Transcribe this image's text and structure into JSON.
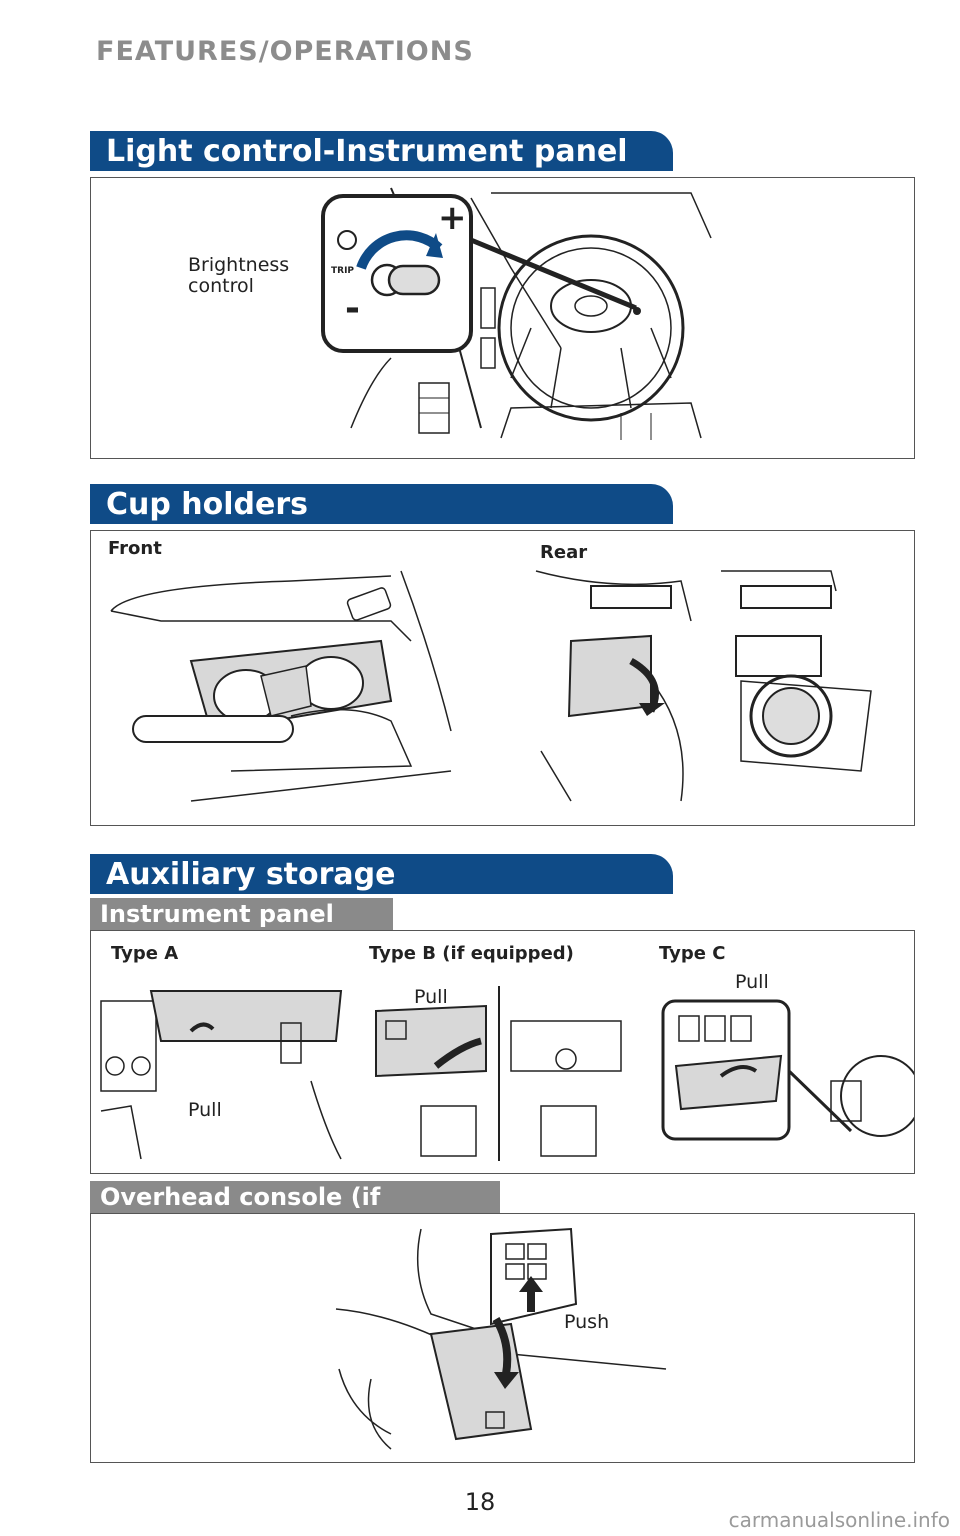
{
  "header": {
    "title": "FEATURES/OPERATIONS"
  },
  "sections": {
    "light_control": {
      "title": "Light control-Instrument panel",
      "brightness_label": "Brightness\ncontrol",
      "plus_symbol": "+",
      "minus_symbol": "-"
    },
    "cup_holders": {
      "title": "Cup holders",
      "front_label": "Front",
      "rear_label": "Rear"
    },
    "auxiliary_storage": {
      "title": "Auxiliary storage",
      "instrument_panel": {
        "subtitle": "Instrument panel",
        "type_a": "Type A",
        "type_b": "Type B (if equipped)",
        "type_c": "Type C",
        "pull_a": "Pull",
        "pull_b": "Pull",
        "pull_c": "Pull"
      },
      "overhead": {
        "subtitle": "Overhead console (if equipped)",
        "push_label": "Push"
      }
    }
  },
  "footer": {
    "page_number": "18",
    "watermark": "carmanualsonline.info"
  },
  "colors": {
    "section_blue": "#0f4b87",
    "sub_gray": "#8a8a8a",
    "header_gray": "#8c8c8c"
  }
}
